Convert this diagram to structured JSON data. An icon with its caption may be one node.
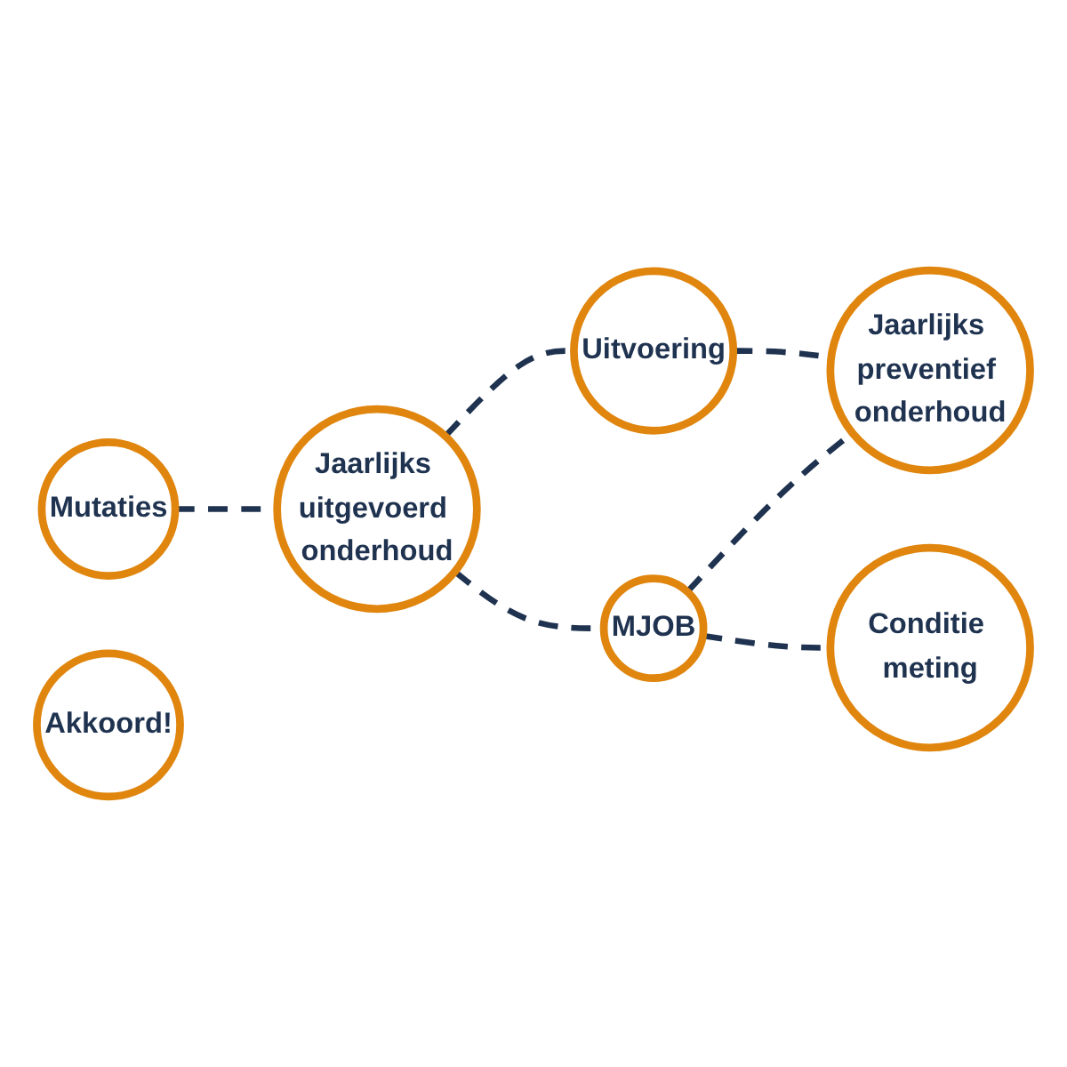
{
  "diagram": {
    "nodes": [
      {
        "text": [
          "Uitvoering"
        ]
      },
      {
        "text": [
          "Mutaties"
        ]
      },
      {
        "text": [
          "Jaarlijks uitgevoerd onderhoud"
        ]
      },
      {
        "text": [
          "Jaarlijks preventief onderhoud"
        ]
      },
      {
        "text": [
          "MJOB"
        ]
      },
      {
        "text": [
          "Akkoord!"
        ]
      },
      {
        "text": [
          "Conditie meting"
        ]
      }
    ],
    "edges": [
      {
        "from": 0,
        "to": 3,
        "arrow": "none",
        "style": "dashed"
      },
      {
        "from": 4,
        "to": 3,
        "arrow": "none",
        "style": "dashed"
      },
      {
        "from": 2,
        "to": 4,
        "arrow": "none",
        "style": "dashed"
      },
      {
        "from": 2,
        "to": 0,
        "arrow": "none",
        "style": "dashed"
      },
      {
        "from": 1,
        "to": 2,
        "arrow": "none",
        "style": "dashed"
      },
      {
        "from": 4,
        "to": 6,
        "arrow": "none",
        "style": "dashed"
      }
    ]
  }
}
